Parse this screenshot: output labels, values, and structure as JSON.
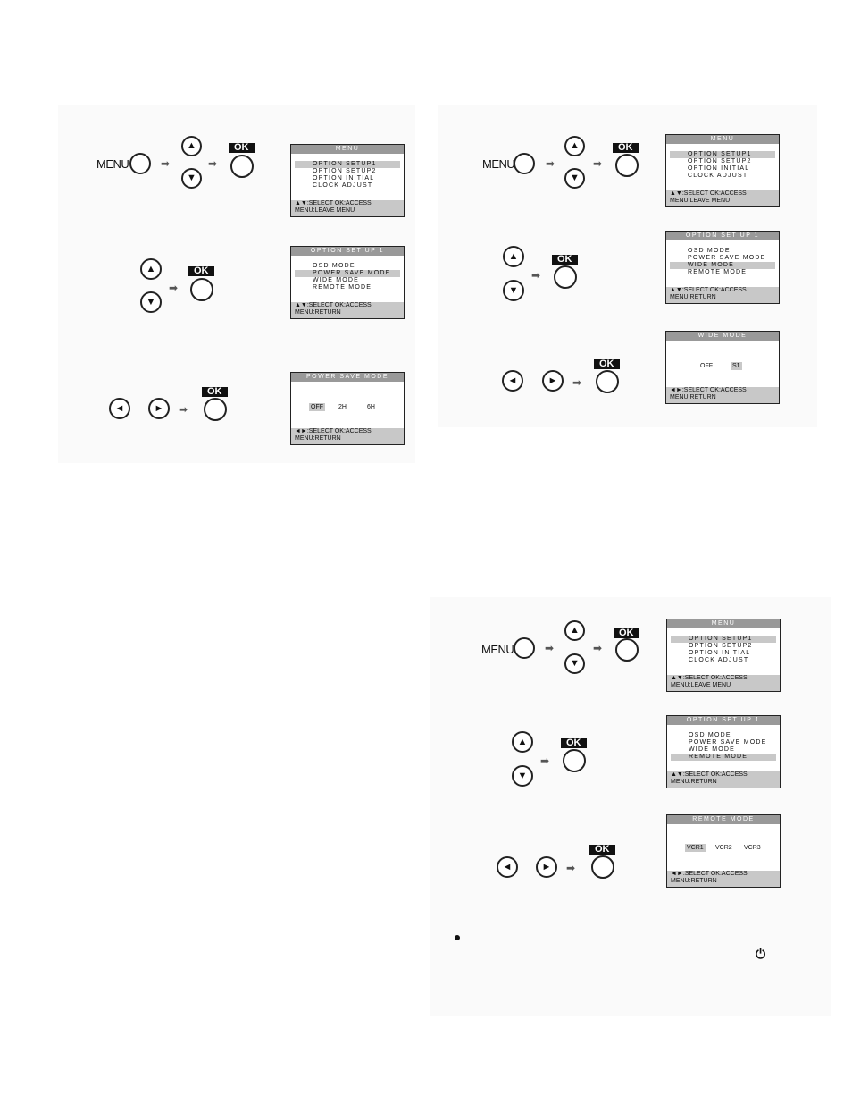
{
  "labels": {
    "menu": "MENU",
    "ok": "OK",
    "up": "▲",
    "down": "▼",
    "left": "◄",
    "right": "►",
    "arrow": "➡"
  },
  "screens": {
    "menu": {
      "title": "MENU",
      "items": [
        "OPTION SETUP1",
        "OPTION SETUP2",
        "OPTION INITIAL",
        "CLOCK ADJUST"
      ],
      "footer_line1": "▲▼:SELECT OK:ACCESS",
      "footer_line2": "MENU:LEAVE MENU"
    },
    "setup1": {
      "title": "OPTION SET UP 1",
      "items": [
        "OSD MODE",
        "POWER SAVE MODE",
        "WIDE MODE",
        "REMOTE MODE"
      ],
      "footer_line1": "▲▼:SELECT OK:ACCESS",
      "footer_line2": "MENU:RETURN"
    },
    "power_save": {
      "title": "POWER SAVE MODE",
      "options": [
        "OFF",
        "2H",
        "6H"
      ],
      "footer_line1": "◄►:SELECT OK:ACCESS",
      "footer_line2": "MENU:RETURN"
    },
    "wide": {
      "title": "WIDE MODE",
      "options": [
        "OFF",
        "S1"
      ],
      "footer_line1": "◄►:SELECT OK:ACCESS",
      "footer_line2": "MENU:RETURN"
    },
    "remote": {
      "title": "REMOTE MODE",
      "options": [
        "VCR1",
        "VCR2",
        "VCR3"
      ],
      "footer_line1": "◄►:SELECT OK:ACCESS",
      "footer_line2": "MENU:RETURN"
    }
  },
  "icons": {
    "bullet": "bullet-icon",
    "power": "power-icon",
    "power_glyph": "⏻"
  }
}
